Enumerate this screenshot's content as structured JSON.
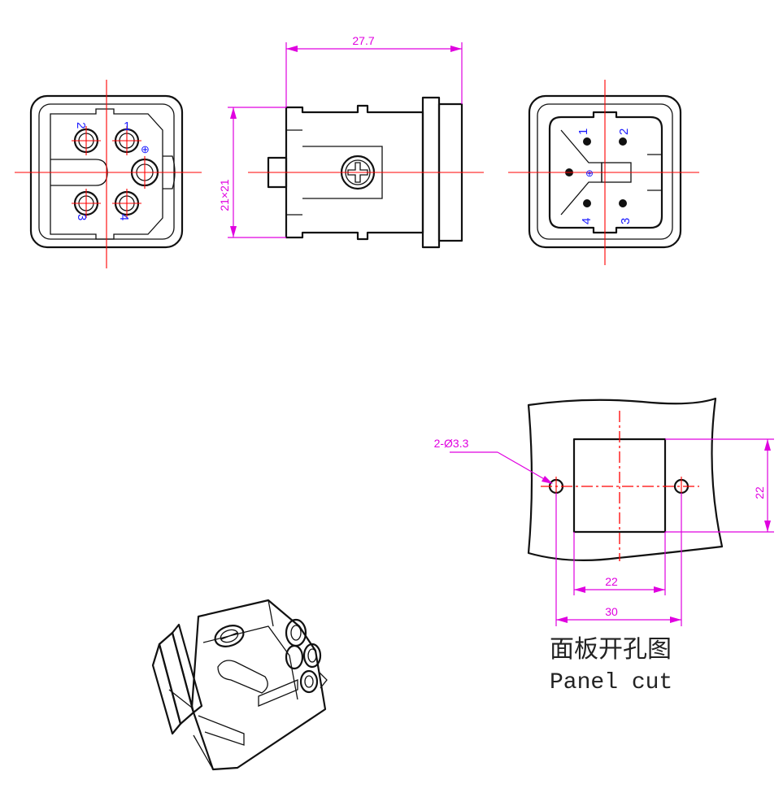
{
  "front_view": {
    "pins": [
      "1",
      "2",
      "3",
      "4"
    ],
    "ground_symbol": "⊕"
  },
  "side_view": {
    "length_dim": "27.7",
    "section_dim": "21×21"
  },
  "rear_view": {
    "pins": [
      "1",
      "2",
      "3",
      "4"
    ],
    "ground_symbol": "⊕"
  },
  "panel_cut": {
    "hole_dim": "2-Ø3.3",
    "height_dim": "22",
    "width_dim": "22",
    "hole_spacing_dim": "30",
    "caption_cn": "面板开孔图",
    "caption_en": "Panel cut"
  },
  "colors": {
    "centerline": "#ff0000",
    "dimension": "#e000e0",
    "pin_label": "#1a1aff",
    "outline": "#111111"
  }
}
